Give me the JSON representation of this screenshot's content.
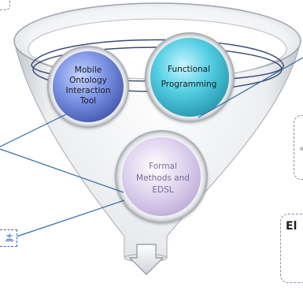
{
  "circles": [
    {
      "id": "mobile",
      "lines": [
        "Mobile",
        "Ontology",
        "Interaction",
        "Tool"
      ]
    },
    {
      "id": "functional",
      "lines": [
        "Functional",
        "Programming"
      ]
    },
    {
      "id": "formal",
      "lines": [
        "Formal",
        "Methods and",
        "EDSL"
      ]
    }
  ],
  "bottom_link_text": "±",
  "right_box_text": "El",
  "colors": {
    "mobile": "#5a71c9",
    "functional": "#3bb9cf",
    "formal": "#c7b7de",
    "connector": "#2e6aa8"
  }
}
